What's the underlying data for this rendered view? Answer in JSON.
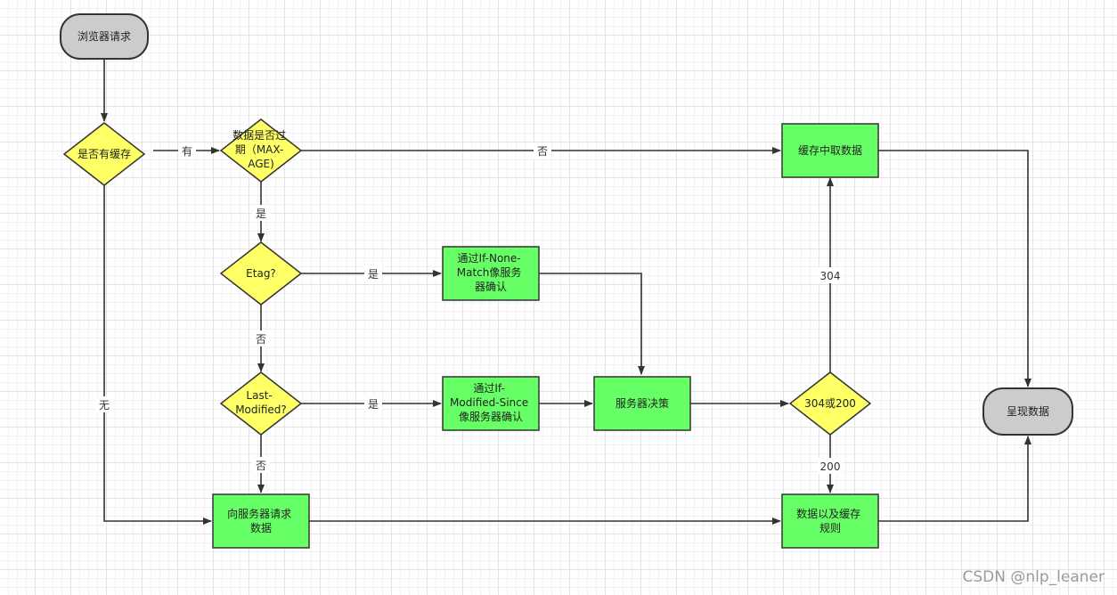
{
  "nodes": {
    "browser_request": "浏览器请求",
    "has_cache": "是否有缓存",
    "expired": [
      "数据是否过",
      "期（MAX-",
      "AGE)"
    ],
    "etag": "Etag?",
    "last_modified": [
      "Last-",
      "Modified?"
    ],
    "if_none_match": [
      "通过If-None-",
      "Match像服务",
      "器确认"
    ],
    "if_modified_since": [
      "通过If-",
      "Modified-Since",
      "像服务器确认"
    ],
    "server_decision": "服务器决策",
    "status_304_200": "304或200",
    "from_cache": "缓存中取数据",
    "request_server": [
      "向服务器请求",
      "数据"
    ],
    "data_and_rules": [
      "数据以及缓存",
      "规则"
    ],
    "render": "呈现数据"
  },
  "edges": {
    "has": "有",
    "no_cache": "无",
    "not_expired": "否",
    "expired_yes": "是",
    "etag_yes": "是",
    "etag_no": "否",
    "lm_yes": "是",
    "lm_no": "否",
    "code_304": "304",
    "code_200": "200"
  },
  "colors": {
    "terminal": "#cccccc",
    "process": "#66ff66",
    "decision": "#ffff66",
    "stroke": "#333333"
  },
  "watermark": "CSDN @nlp_leaner"
}
